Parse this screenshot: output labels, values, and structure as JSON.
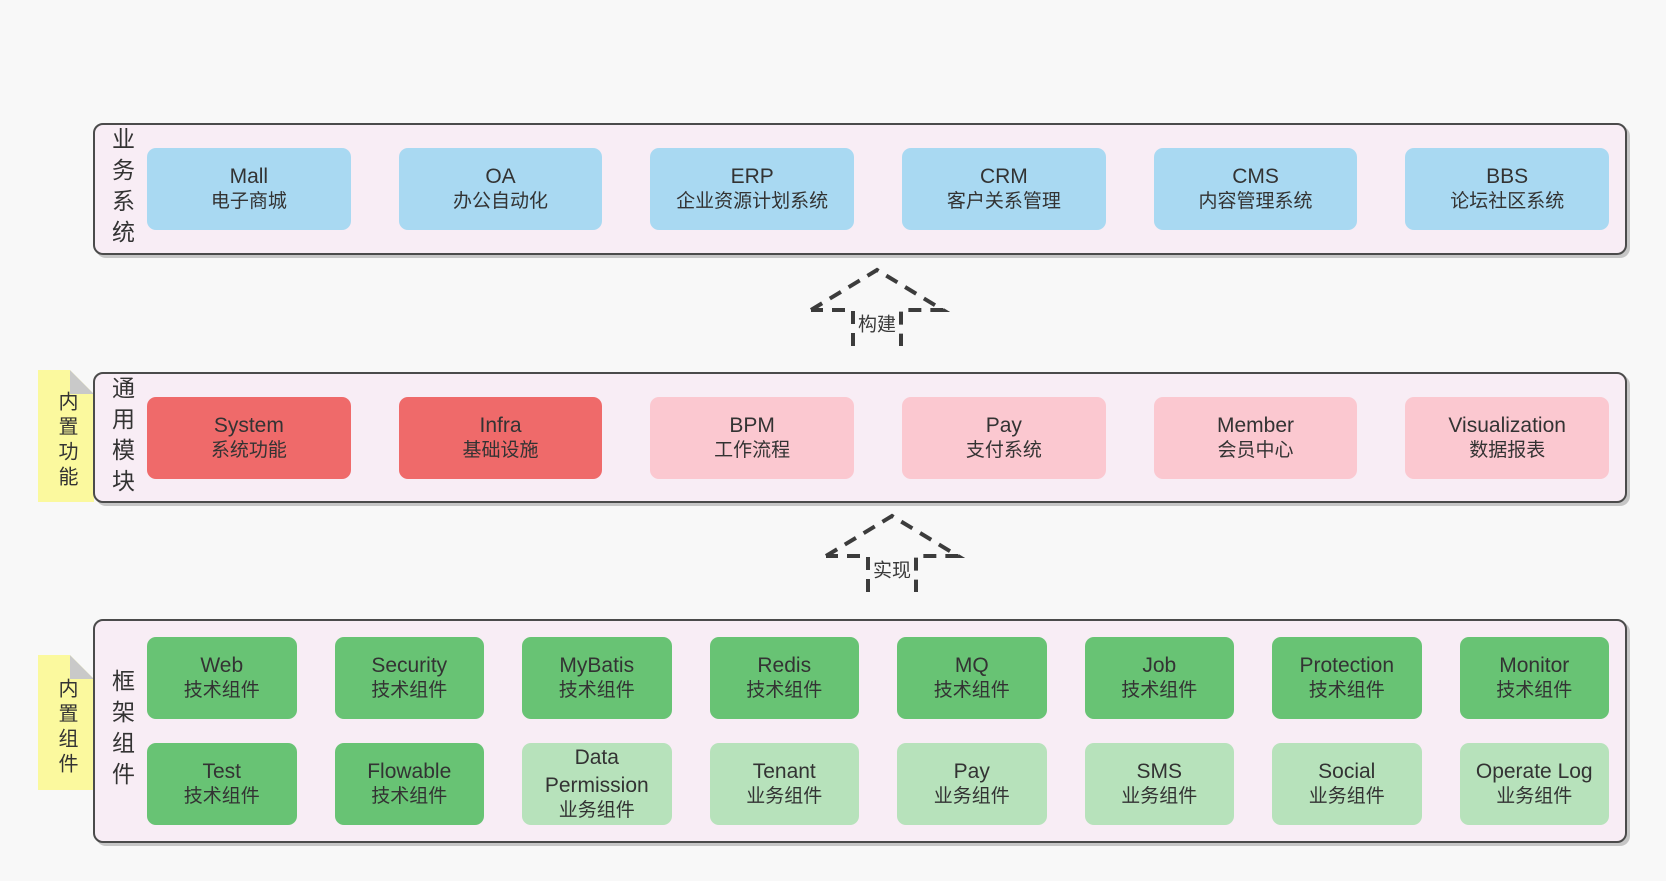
{
  "palette": {
    "page-bg": "#f8f8f8",
    "panel-bg": "#f8edf5",
    "panel-border": "#4b4b4b",
    "text": "#333333",
    "blue": "#a9d9f2",
    "red": "#ef6a6a",
    "pink": "#fbc8d0",
    "green": "#68c374",
    "light-green": "#b7e2bb",
    "yellow": "#fbf99e",
    "fold-gray": "#c9c9c9",
    "arrow": "#3c3c3c"
  },
  "layers": {
    "business": {
      "title": "业务系统",
      "boxes": [
        {
          "name": "Mall",
          "subtitle": "电子商城"
        },
        {
          "name": "OA",
          "subtitle": "办公自动化"
        },
        {
          "name": "ERP",
          "subtitle": "企业资源计划系统"
        },
        {
          "name": "CRM",
          "subtitle": "客户关系管理"
        },
        {
          "name": "CMS",
          "subtitle": "内容管理系统"
        },
        {
          "name": "BBS",
          "subtitle": "论坛社区系统"
        }
      ]
    },
    "modules": {
      "note": "内置功能",
      "title": "通用模块",
      "boxes": [
        {
          "name": "System",
          "subtitle": "系统功能"
        },
        {
          "name": "Infra",
          "subtitle": "基础设施"
        },
        {
          "name": "BPM",
          "subtitle": "工作流程"
        },
        {
          "name": "Pay",
          "subtitle": "支付系统"
        },
        {
          "name": "Member",
          "subtitle": "会员中心"
        },
        {
          "name": "Visualization",
          "subtitle": "数据报表"
        }
      ]
    },
    "framework": {
      "note": "内置组件",
      "title": "框架组件",
      "row1": [
        {
          "name": "Web",
          "subtitle": "技术组件"
        },
        {
          "name": "Security",
          "subtitle": "技术组件"
        },
        {
          "name": "MyBatis",
          "subtitle": "技术组件"
        },
        {
          "name": "Redis",
          "subtitle": "技术组件"
        },
        {
          "name": "MQ",
          "subtitle": "技术组件"
        },
        {
          "name": "Job",
          "subtitle": "技术组件"
        },
        {
          "name": "Protection",
          "subtitle": "技术组件"
        },
        {
          "name": "Monitor",
          "subtitle": "技术组件"
        }
      ],
      "row2": [
        {
          "name": "Test",
          "subtitle": "技术组件"
        },
        {
          "name": "Flowable",
          "subtitle": "技术组件"
        },
        {
          "name": "Data Permission",
          "subtitle": "业务组件"
        },
        {
          "name": "Tenant",
          "subtitle": "业务组件"
        },
        {
          "name": "Pay",
          "subtitle": "业务组件"
        },
        {
          "name": "SMS",
          "subtitle": "业务组件"
        },
        {
          "name": "Social",
          "subtitle": "业务组件"
        },
        {
          "name": "Operate Log",
          "subtitle": "业务组件"
        }
      ]
    }
  },
  "arrows": [
    {
      "label": "构建"
    },
    {
      "label": "实现"
    }
  ]
}
